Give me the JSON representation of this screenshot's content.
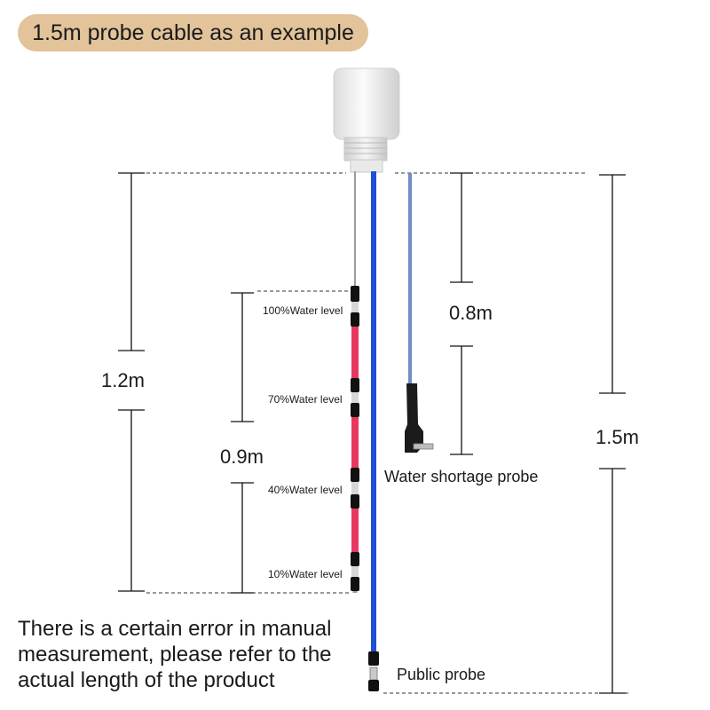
{
  "header": {
    "title": "1.5m probe cable as an example"
  },
  "dimensions": {
    "total": "1.5m",
    "top_section": "1.2m",
    "level_span": "0.9m",
    "shortage_offset": "0.8m"
  },
  "levels": [
    "100%Water level",
    "70%Water level",
    "40%Water level",
    "10%Water level"
  ],
  "probes": {
    "shortage": "Water shortage probe",
    "public": "Public probe"
  },
  "note": "There is a certain error in manual measurement, please refer to the actual length of the product",
  "colors": {
    "badge": "#e2c39a",
    "public_cable": "#1f4fd6",
    "level_cable": "#e8385f",
    "shortage_cable": "#6f8fc4"
  }
}
